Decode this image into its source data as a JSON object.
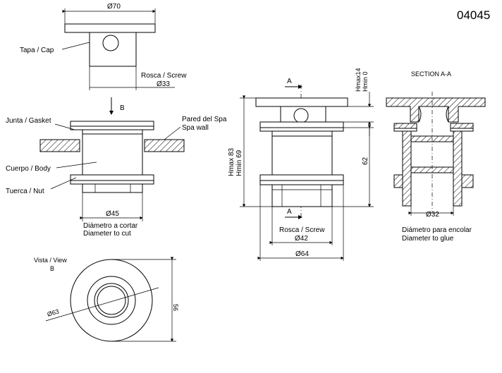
{
  "code": "04045",
  "top_view": {
    "dim_cap": "Ø70",
    "label_cap": "Tapa / Cap",
    "label_screw": "Rosca / Screw",
    "dim_screw": "Ø33"
  },
  "side_view": {
    "arrow_b": "B",
    "label_gasket": "Junta / Gasket",
    "label_wall_es": "Pared del Spa",
    "label_wall_en": "Spa wall",
    "label_body": "Cuerpo / Body",
    "label_nut": "Tuerca / Nut",
    "dim_cut": "Ø45",
    "cut_es": "Diámetro a cortar",
    "cut_en": "Diameter to cut"
  },
  "view_b": {
    "title": "Vista / View",
    "letter": "B",
    "dim_outer": "Ø63",
    "dim_height": "56"
  },
  "front_view": {
    "section_a_top": "A",
    "section_a_bottom": "A",
    "hmax14": "Hmax14",
    "hmin0": "Hmin 0",
    "hmax83": "Hmax 83",
    "hmin69": "Hmin 69",
    "dim_62": "62",
    "label_screw": "Rosca / Screw",
    "dim_42": "Ø42",
    "dim_64": "Ø64"
  },
  "section_view": {
    "title": "SECTION A-A",
    "dim_32": "Ø32",
    "glue_es": "Diámetro para encolar",
    "glue_en": "Diameter to glue"
  }
}
